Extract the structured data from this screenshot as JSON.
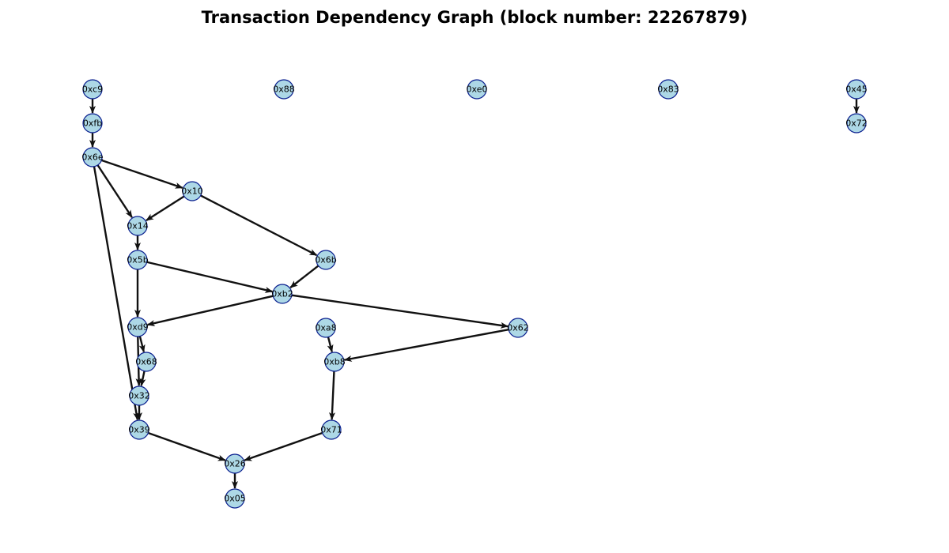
{
  "title": "Transaction Dependency Graph (block number: 22267879)",
  "colors": {
    "node_fill": "#add8e6",
    "node_stroke": "#0a1f8f",
    "edge": "#111111"
  },
  "graph": {
    "nodes": [
      {
        "id": "0xc9",
        "label": "0xc9"
      },
      {
        "id": "0xfb",
        "label": "0xfb"
      },
      {
        "id": "0x6e",
        "label": "0x6e"
      },
      {
        "id": "0x10",
        "label": "0x10"
      },
      {
        "id": "0x14",
        "label": "0x14"
      },
      {
        "id": "0x5b",
        "label": "0x5b"
      },
      {
        "id": "0x6b",
        "label": "0x6b"
      },
      {
        "id": "0xb2",
        "label": "0xb2"
      },
      {
        "id": "0xd9",
        "label": "0xd9"
      },
      {
        "id": "0x68",
        "label": "0x68"
      },
      {
        "id": "0x32",
        "label": "0x32"
      },
      {
        "id": "0x39",
        "label": "0x39"
      },
      {
        "id": "0x26",
        "label": "0x26"
      },
      {
        "id": "0x05",
        "label": "0x05"
      },
      {
        "id": "0x88",
        "label": "0x88"
      },
      {
        "id": "0xe0",
        "label": "0xe0"
      },
      {
        "id": "0x83",
        "label": "0x83"
      },
      {
        "id": "0x45",
        "label": "0x45"
      },
      {
        "id": "0x72",
        "label": "0x72"
      },
      {
        "id": "0xa8",
        "label": "0xa8"
      },
      {
        "id": "0xb8",
        "label": "0xb8"
      },
      {
        "id": "0x62",
        "label": "0x62"
      },
      {
        "id": "0x71",
        "label": "0x71"
      }
    ],
    "edges": [
      {
        "from": "0xc9",
        "to": "0xfb"
      },
      {
        "from": "0xfb",
        "to": "0x6e"
      },
      {
        "from": "0x6e",
        "to": "0x10"
      },
      {
        "from": "0x6e",
        "to": "0x14"
      },
      {
        "from": "0x6e",
        "to": "0x39"
      },
      {
        "from": "0x10",
        "to": "0x14"
      },
      {
        "from": "0x10",
        "to": "0x6b"
      },
      {
        "from": "0x14",
        "to": "0x5b"
      },
      {
        "from": "0x5b",
        "to": "0xb2"
      },
      {
        "from": "0x5b",
        "to": "0xd9"
      },
      {
        "from": "0x6b",
        "to": "0xb2"
      },
      {
        "from": "0xb2",
        "to": "0xd9"
      },
      {
        "from": "0xb2",
        "to": "0x62"
      },
      {
        "from": "0xd9",
        "to": "0x68"
      },
      {
        "from": "0xd9",
        "to": "0x32"
      },
      {
        "from": "0x68",
        "to": "0x32"
      },
      {
        "from": "0x32",
        "to": "0x39"
      },
      {
        "from": "0x39",
        "to": "0x26"
      },
      {
        "from": "0x26",
        "to": "0x05"
      },
      {
        "from": "0x45",
        "to": "0x72"
      },
      {
        "from": "0xa8",
        "to": "0xb8"
      },
      {
        "from": "0x62",
        "to": "0xb8"
      },
      {
        "from": "0xb8",
        "to": "0x71"
      },
      {
        "from": "0x71",
        "to": "0x26"
      }
    ]
  }
}
